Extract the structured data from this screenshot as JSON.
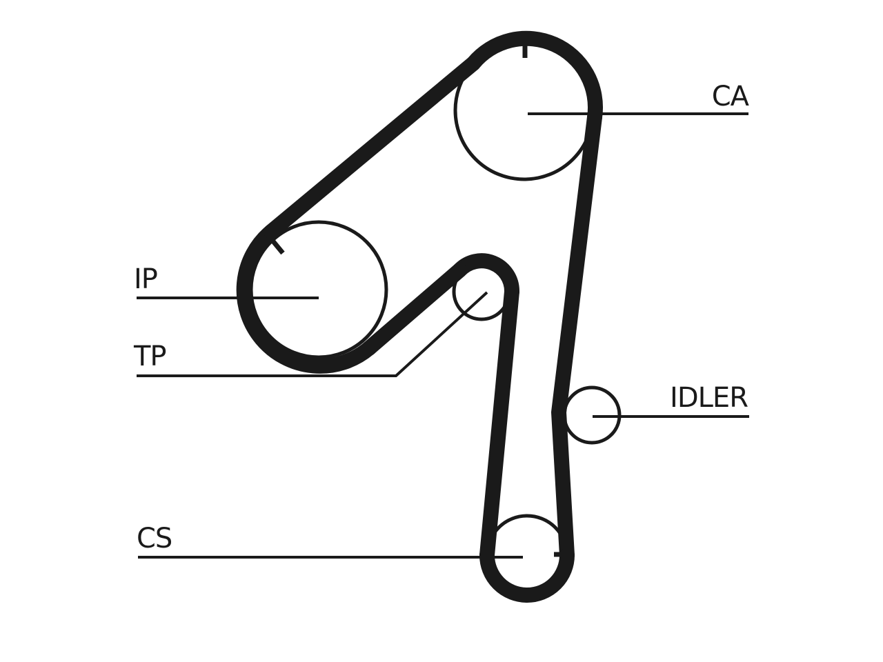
{
  "labels": {
    "ca": "CA",
    "ip": "IP",
    "tp": "TP",
    "idler": "IDLER",
    "cs": "CS"
  },
  "colors": {
    "background": "#ffffff",
    "ink": "#1a1a1a"
  }
}
